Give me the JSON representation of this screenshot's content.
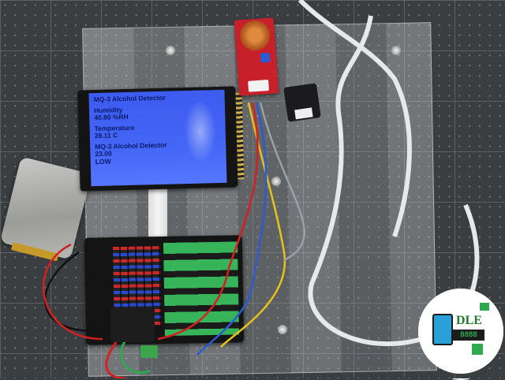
{
  "lcd": {
    "lines": [
      "MQ-3 Alcohol Detector",
      "Humidity",
      "40.80 %RH",
      "Temperature",
      "28.11 C",
      "MQ-3 Alcohol Detector",
      "23.00",
      "LOW"
    ]
  },
  "logo": {
    "text": "DLE",
    "digits": "8888"
  },
  "colors": {
    "lcd_background": "#4466f5",
    "lcd_text": "#0a1a6a",
    "sensor_board": "#c8202a",
    "terminal_green": "#37b35a",
    "logo_green": "#1f7a2e"
  }
}
